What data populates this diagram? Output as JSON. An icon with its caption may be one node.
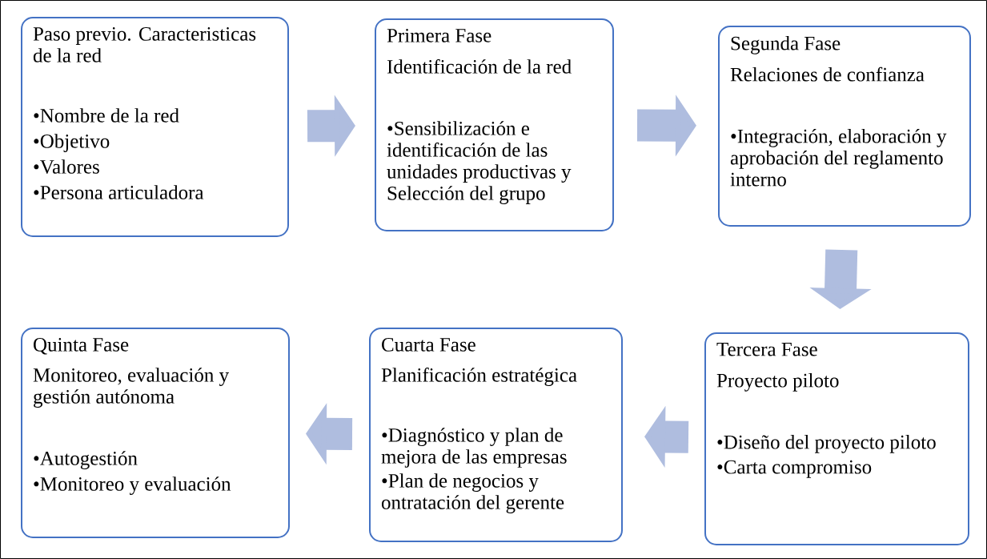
{
  "diagram": {
    "nodes": [
      {
        "text": [
          "Paso previo. Caracteristicas de la red",
          "•Nombre de la red",
          "•Objetivo",
          "•Valores",
          "•Persona articuladora"
        ]
      },
      {
        "text": [
          "Primera Fase",
          "Identificación de la red",
          "•Sensibilización e identificación de las unidades productivas y Selección del grupo"
        ]
      },
      {
        "text": [
          "Segunda Fase",
          "Relaciones de confianza",
          "•Integración, elaboración y aprobación del reglamento interno"
        ]
      },
      {
        "text": [
          "Tercera Fase",
          "Proyecto piloto",
          "•Diseño del proyecto piloto",
          "•Carta compromiso"
        ]
      },
      {
        "text": [
          "Cuarta Fase",
          "Planificación estratégica",
          "•Diagnóstico y plan de mejora de las empresas",
          "•Plan de negocios y ontratación del gerente"
        ]
      },
      {
        "text": [
          "Quinta Fase",
          "Monitoreo, evaluación y gestión autónoma",
          "•Autogestión",
          "•Monitoreo y evaluación"
        ]
      }
    ],
    "edges": [
      {
        "from": 0,
        "to": 1,
        "arrow": "to"
      },
      {
        "from": 1,
        "to": 2,
        "arrow": "to"
      },
      {
        "from": 2,
        "to": 3,
        "arrow": "to"
      },
      {
        "from": 3,
        "to": 4,
        "arrow": "to"
      },
      {
        "from": 4,
        "to": 5,
        "arrow": "to"
      }
    ]
  }
}
